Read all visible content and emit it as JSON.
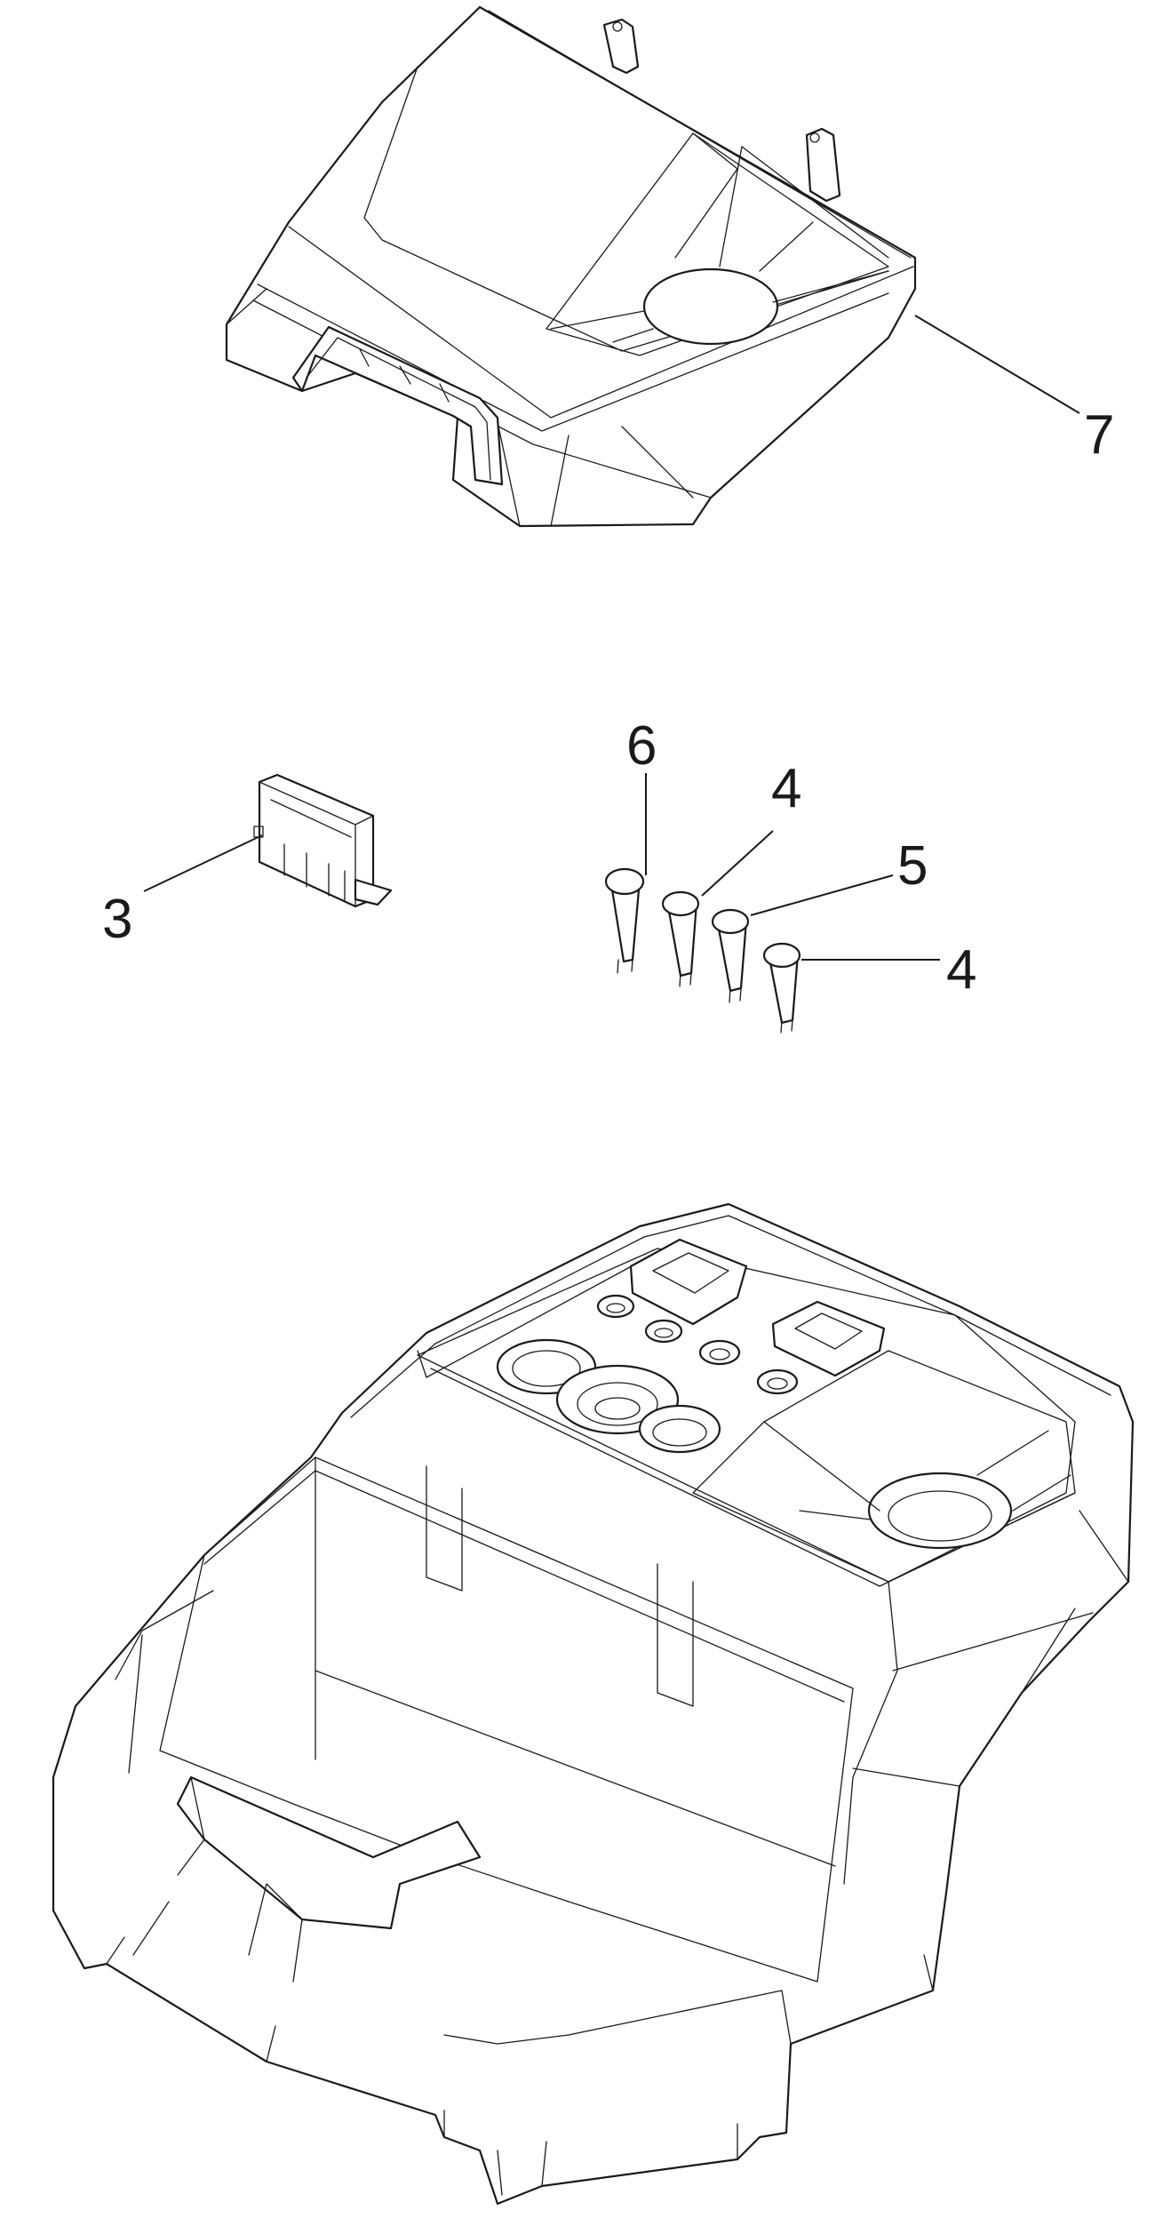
{
  "callouts": {
    "part_7": "7",
    "part_6": "6",
    "part_4_upper": "4",
    "part_5": "5",
    "part_4_lower": "4",
    "part_3": "3"
  }
}
